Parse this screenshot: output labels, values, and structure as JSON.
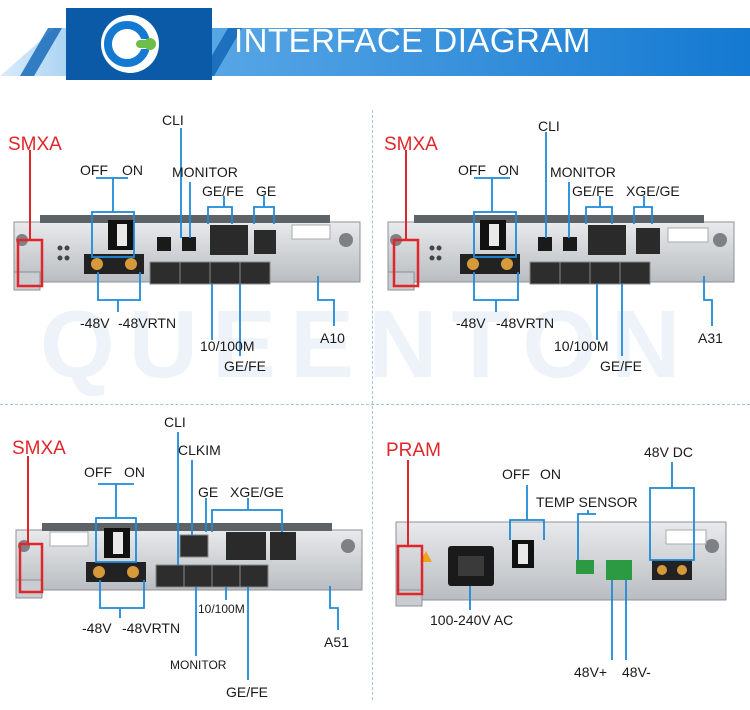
{
  "header": {
    "title": "INTERFACE DIAGRAM",
    "logo_icon": "q-logo-icon"
  },
  "watermark": "QUEENTON",
  "colors": {
    "banner": "#1479d1",
    "banner_dark": "#0b5aa8",
    "highlight_red": "#e0262a",
    "bracket_blue": "#1f8ad8"
  },
  "panels": {
    "p1": {
      "card": "SMXA",
      "off": "OFF",
      "on": "ON",
      "cli": "CLI",
      "monitor": "MONITOR",
      "gefe_top": "GE/FE",
      "ge_top": "GE",
      "neg48": "-48V",
      "rtn": "-48VRTN",
      "eth": "10/100M",
      "gefe_bot": "GE/FE",
      "slot": "A10"
    },
    "p2": {
      "card": "SMXA",
      "off": "OFF",
      "on": "ON",
      "cli": "CLI",
      "monitor": "MONITOR",
      "gefe_top": "GE/FE",
      "xge_top": "XGE/GE",
      "neg48": "-48V",
      "rtn": "-48VRTN",
      "eth": "10/100M",
      "gefe_bot": "GE/FE",
      "slot": "A31"
    },
    "p3": {
      "card": "SMXA",
      "off": "OFF",
      "on": "ON",
      "cli": "CLI",
      "clkim": "CLKIM",
      "ge_top": "GE",
      "xge_top": "XGE/GE",
      "neg48": "-48V",
      "rtn": "-48VRTN",
      "eth": "10/100M",
      "monitor": "MONITOR",
      "gefe_bot": "GE/FE",
      "slot": "A51"
    },
    "p4": {
      "card": "PRAM",
      "off": "OFF",
      "on": "ON",
      "temp": "TEMP SENSOR",
      "dc": "48V DC",
      "ac": "100-240V AC",
      "v_plus": "48V+",
      "v_minus": "48V-"
    }
  }
}
